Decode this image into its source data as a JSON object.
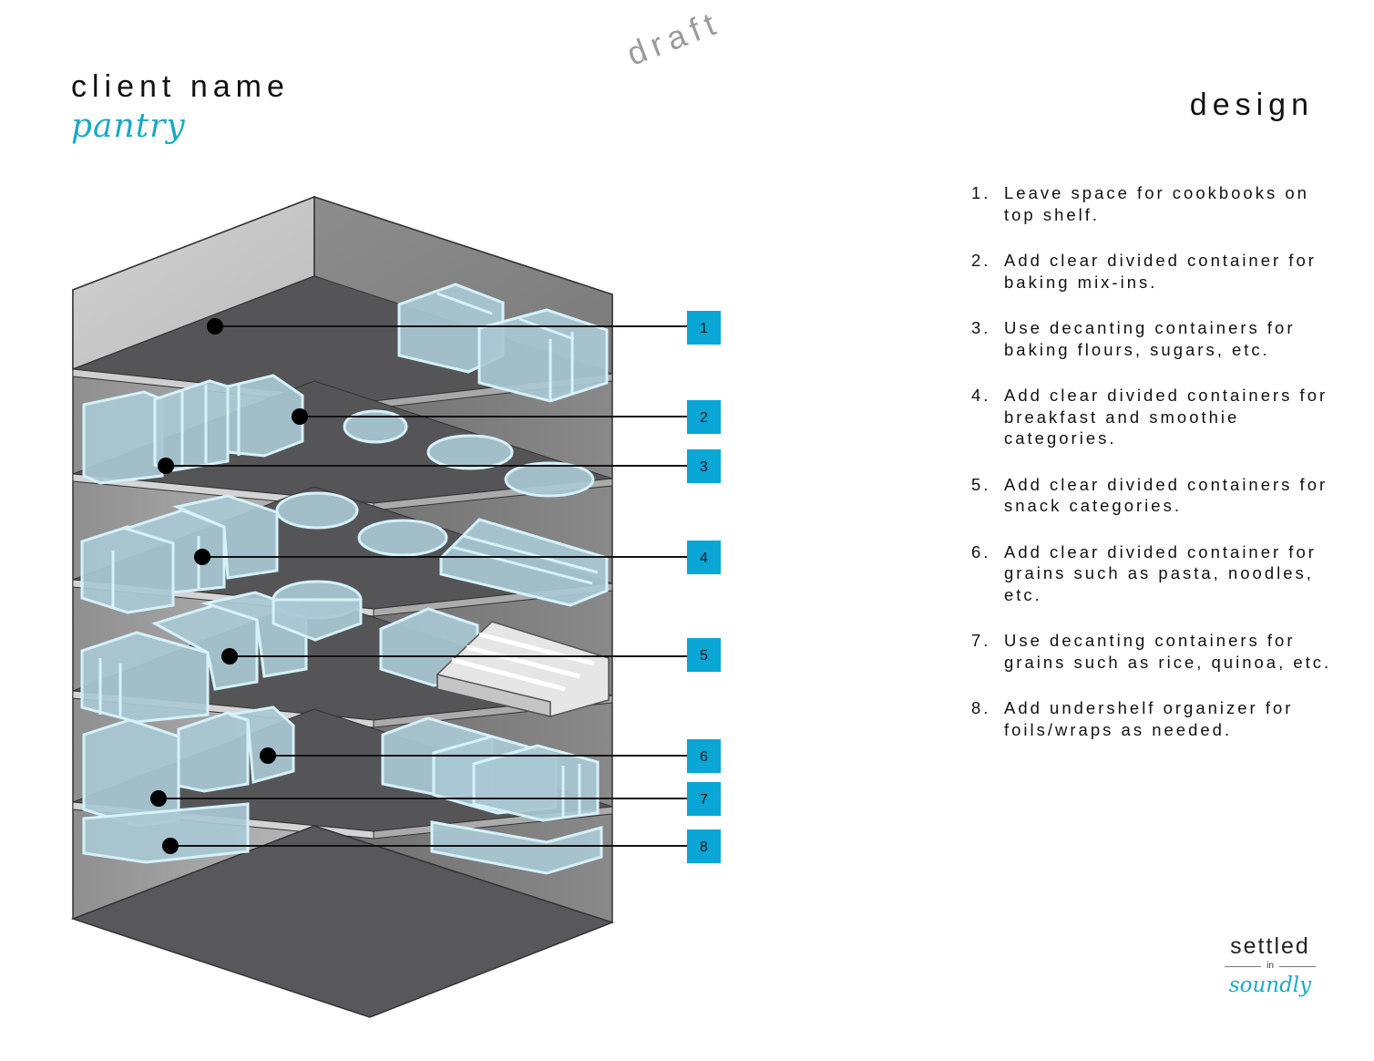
{
  "header": {
    "client_name": "client name",
    "subtitle": "pantry",
    "watermark": "draft",
    "section_title": "design"
  },
  "callouts": [
    "1",
    "2",
    "3",
    "4",
    "5",
    "6",
    "7",
    "8"
  ],
  "notes": [
    {
      "num": "1.",
      "text": "Leave space for cookbooks on top shelf."
    },
    {
      "num": "2.",
      "text": "Add clear divided container for baking mix-ins."
    },
    {
      "num": "3.",
      "text": "Use decanting containers for baking flours, sugars, etc."
    },
    {
      "num": "4.",
      "text": "Add clear divided containers for breakfast and smoothie categories."
    },
    {
      "num": "5.",
      "text": "Add clear divided containers for snack categories."
    },
    {
      "num": "6.",
      "text": "Add clear divided container for grains such as pasta, noodles, etc."
    },
    {
      "num": "7.",
      "text": "Use decanting containers for grains such as rice, quinoa, etc."
    },
    {
      "num": "8.",
      "text": "Add undershelf organizer for foils/wraps as needed."
    }
  ],
  "logo": {
    "top": "settled",
    "middle": "in",
    "bottom": "soundly"
  },
  "colors": {
    "accent": "#19a9c9",
    "callout_box": "#0aa6d6",
    "container_fill": "#a9c8d3",
    "container_edge": "#cfeef7",
    "wall_left": "#8a8a8a",
    "wall_right": "#7c7b7b",
    "shelf_top": "#555558",
    "floor": "#58585c"
  }
}
